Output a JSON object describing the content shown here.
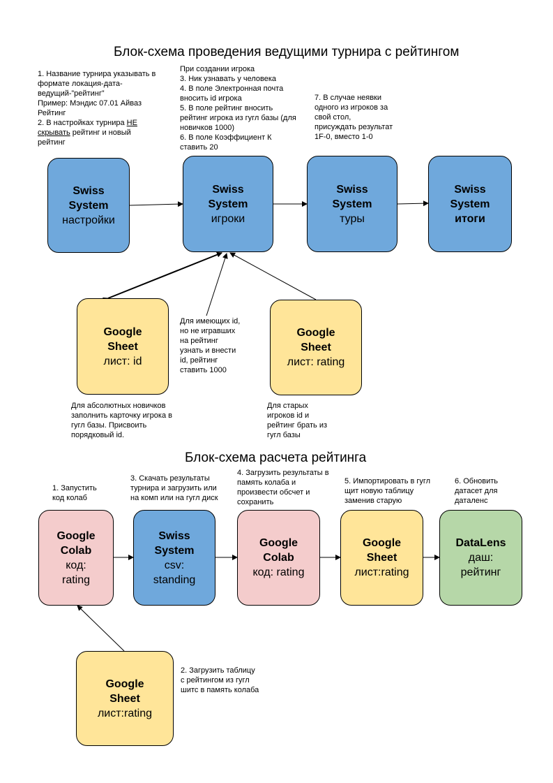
{
  "titles": {
    "tournament": "Блок-схема проведения ведущими турнира с рейтингом",
    "rating": "Блок-схема расчета рейтинга"
  },
  "notes": {
    "n1": {
      "lines": [
        "1. Название турнира указывать в",
        "формате локация-дата-",
        "ведущий-”рейтинг”",
        "Пример: Мэндис 07.01 Айваз",
        "Рейтинг"
      ],
      "line6_prefix": "2. В настройках турнира ",
      "line6_underline": "НЕ",
      "line7_underline": "скрывать",
      "line7_suffix": " рейтинг и новый",
      "line8": "рейтинг"
    },
    "n2": [
      "При создании игрока",
      "3. Ник узнавать у человека",
      "4. В поле Электронная почта",
      "вносить id игрока",
      "5. В поле рейтинг вносить",
      "рейтинг игрока из гугл базы (для",
      "новичков 1000)",
      "6. В поле Коэффициент К",
      "ставить 20"
    ],
    "n3": [
      "7. В случае неявки",
      "одного из игроков за",
      "свой стол,",
      "присуждать результат",
      "1F-0, вместо 1-0"
    ],
    "n4": [
      "Для имеющих id,",
      "но не игравших",
      "на рейтинг",
      "узнать и внести",
      "id, рейтинг",
      "ставить 1000"
    ],
    "n5": [
      "Для абсолютных новичков",
      "заполнить карточку игрока в",
      "гугл базы. Присвоить",
      "порядковый id."
    ],
    "n6": [
      "Для старых",
      "игроков id и",
      "рейтинг брать из",
      "гугл базы"
    ],
    "r1": [
      "1. Запустить",
      "код колаб"
    ],
    "r2": [
      "3. Скачать результаты",
      "турнира и загрузить или",
      "на комп или на гугл диск"
    ],
    "r3": [
      "4. Загрузить результаты в",
      "память колаба и",
      "произвести обсчет и",
      "сохранить"
    ],
    "r4": [
      "5. Импортировать в гугл",
      "щит новую таблицу",
      "заменив старую"
    ],
    "r5": [
      "6. Обновить",
      "датасет для",
      "даталенс"
    ],
    "r6": [
      "2. Загрузить таблицу",
      "с рейтингом из гугл",
      "шитс в память колаба"
    ]
  },
  "nodes": {
    "ss_settings": {
      "title": [
        "Swiss",
        "System"
      ],
      "sub": [
        "настройки"
      ]
    },
    "ss_players": {
      "title": [
        "Swiss",
        "System"
      ],
      "sub": [
        "игроки"
      ]
    },
    "ss_tours": {
      "title": [
        "Swiss",
        "System"
      ],
      "sub": [
        "туры"
      ]
    },
    "ss_results": {
      "title": [
        "Swiss",
        "System",
        "итоги"
      ],
      "sub": []
    },
    "gs_id": {
      "title": [
        "Google",
        "Sheet"
      ],
      "sub": [
        "лист: id"
      ]
    },
    "gs_rating": {
      "title": [
        "Google",
        "Sheet"
      ],
      "sub": [
        "лист: rating"
      ]
    },
    "colab1": {
      "title": [
        "Google",
        "Colab"
      ],
      "sub": [
        "код:",
        "rating"
      ]
    },
    "ss_csv": {
      "title": [
        "Swiss",
        "System"
      ],
      "sub": [
        "csv:",
        "standing"
      ]
    },
    "colab2": {
      "title": [
        "Google",
        "Colab"
      ],
      "sub": [
        "код: rating"
      ]
    },
    "gs_rating2": {
      "title": [
        "Google",
        "Sheet"
      ],
      "sub": [
        "лист:rating"
      ]
    },
    "datalens": {
      "title": [
        "DataLens"
      ],
      "sub": [
        "даш:",
        "рейтинг"
      ]
    },
    "gs_rating3": {
      "title": [
        "Google",
        "Sheet"
      ],
      "sub": [
        "лист:rating"
      ]
    }
  },
  "colors": {
    "blue": "#6fa8dc",
    "yellow": "#ffe599",
    "pink": "#f4cccc",
    "green": "#b6d7a8",
    "stroke": "#000000"
  }
}
